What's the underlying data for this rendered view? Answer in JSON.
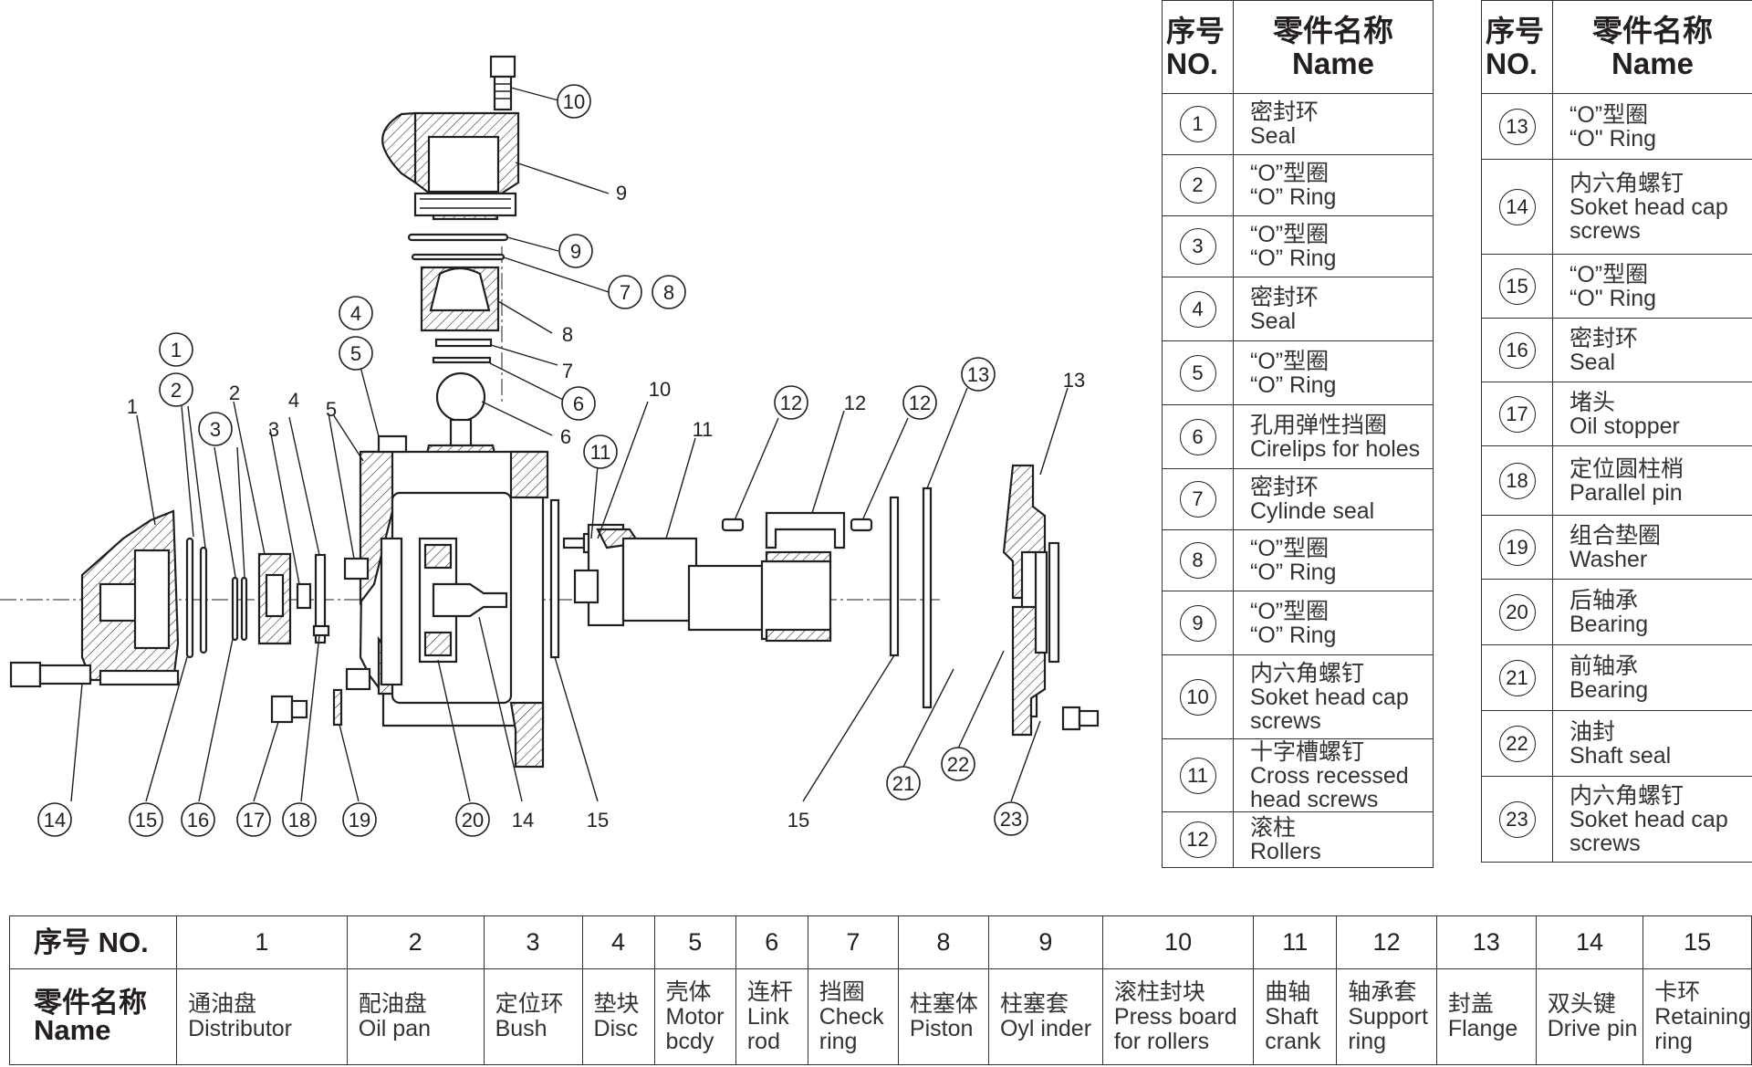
{
  "callouts": {
    "top_bolt": "10",
    "top_cap": "9",
    "oring_9": "9",
    "seal_7": "7",
    "oring_8": "8",
    "piston_8": "8",
    "seal_7b": "7",
    "circlip_6": "6",
    "ball_6": "6",
    "c1": "1",
    "c2": "2",
    "c3": "3",
    "c4": "4",
    "c5": "5",
    "p1": "1",
    "p2": "2",
    "p3": "3",
    "p4": "4",
    "p5": "5",
    "c10": "10",
    "p10": "10",
    "c11": "11",
    "p11": "11",
    "c12a": "12",
    "p12": "12",
    "c12b": "12",
    "c13": "13",
    "p13": "13",
    "b14": "14",
    "b15": "15",
    "b16": "16",
    "b17": "17",
    "b18": "18",
    "b19": "19",
    "b20": "20",
    "p14": "14",
    "p15": "15",
    "p15b": "15",
    "b21": "21",
    "b22": "22",
    "b23": "23"
  },
  "left_table": {
    "header_no": "序号\nNO.",
    "header_name_cn": "零件名称",
    "header_name_en": "Name",
    "rows": [
      {
        "no": "1",
        "cn": "密封环",
        "en": "Seal"
      },
      {
        "no": "2",
        "cn": "“O”型圈",
        "en": "“O” Ring"
      },
      {
        "no": "3",
        "cn": "“O”型圈",
        "en": "“O” Ring"
      },
      {
        "no": "4",
        "cn": "密封环",
        "en": "Seal"
      },
      {
        "no": "5",
        "cn": "“O”型圈",
        "en": "“O” Ring"
      },
      {
        "no": "6",
        "cn": "孔用弹性挡圈",
        "en": "Cirelips for holes"
      },
      {
        "no": "7",
        "cn": "密封环",
        "en": "Cylinde seal"
      },
      {
        "no": "8",
        "cn": "“O”型圈",
        "en": "“O” Ring"
      },
      {
        "no": "9",
        "cn": "“O”型圈",
        "en": "“O” Ring"
      },
      {
        "no": "10",
        "cn": "内六角螺钉",
        "en": "Soket head cap\nscrews"
      },
      {
        "no": "11",
        "cn": "十字槽螺钉",
        "en": "Cross recessed\nhead screws"
      },
      {
        "no": "12",
        "cn": "滚柱",
        "en": "Rollers"
      }
    ]
  },
  "right_table": {
    "header_no": "序号\nNO.",
    "header_name_cn": "零件名称",
    "header_name_en": "Name",
    "rows": [
      {
        "no": "13",
        "cn": "“O”型圈",
        "en": "“O\" Ring"
      },
      {
        "no": "14",
        "cn": "内六角螺钉",
        "en": "Soket head cap\nscrews"
      },
      {
        "no": "15",
        "cn": "“O”型圈",
        "en": "“O\" Ring"
      },
      {
        "no": "16",
        "cn": "密封环",
        "en": "Seal"
      },
      {
        "no": "17",
        "cn": "堵头",
        "en": "Oil stopper"
      },
      {
        "no": "18",
        "cn": "定位圆柱梢",
        "en": "Parallel pin"
      },
      {
        "no": "19",
        "cn": "组合垫圈",
        "en": "Washer"
      },
      {
        "no": "20",
        "cn": "后轴承",
        "en": "Bearing"
      },
      {
        "no": "21",
        "cn": "前轴承",
        "en": "Bearing"
      },
      {
        "no": "22",
        "cn": "油封",
        "en": "Shaft seal"
      },
      {
        "no": "23",
        "cn": "内六角螺钉",
        "en": "Soket head cap\nscrews"
      }
    ]
  },
  "bottom_table": {
    "header_no": "序号 NO.",
    "header_name": "零件名称\nName",
    "columns": [
      {
        "no": "1",
        "cn": "通油盘",
        "en": "Distributor"
      },
      {
        "no": "2",
        "cn": "配油盘",
        "en": "Oil pan"
      },
      {
        "no": "3",
        "cn": "定位环",
        "en": "Bush"
      },
      {
        "no": "4",
        "cn": "垫块",
        "en": "Disc"
      },
      {
        "no": "5",
        "cn": "壳体",
        "en": "Motor\nbcdy"
      },
      {
        "no": "6",
        "cn": "连杆",
        "en": "Link\nrod"
      },
      {
        "no": "7",
        "cn": "挡圈",
        "en": "Check\nring"
      },
      {
        "no": "8",
        "cn": "柱塞体",
        "en": "Piston"
      },
      {
        "no": "9",
        "cn": "柱塞套",
        "en": "Oyl inder"
      },
      {
        "no": "10",
        "cn": "滚柱封块",
        "en": "Press board\nfor rollers"
      },
      {
        "no": "11",
        "cn": "曲轴",
        "en": "Shaft\ncrank"
      },
      {
        "no": "12",
        "cn": "轴承套",
        "en": "Support\nring"
      },
      {
        "no": "13",
        "cn": "封盖",
        "en": "Flange"
      },
      {
        "no": "14",
        "cn": "双头键",
        "en": "Drive pin"
      },
      {
        "no": "15",
        "cn": "卡环",
        "en": "Retaining\nring"
      }
    ]
  }
}
